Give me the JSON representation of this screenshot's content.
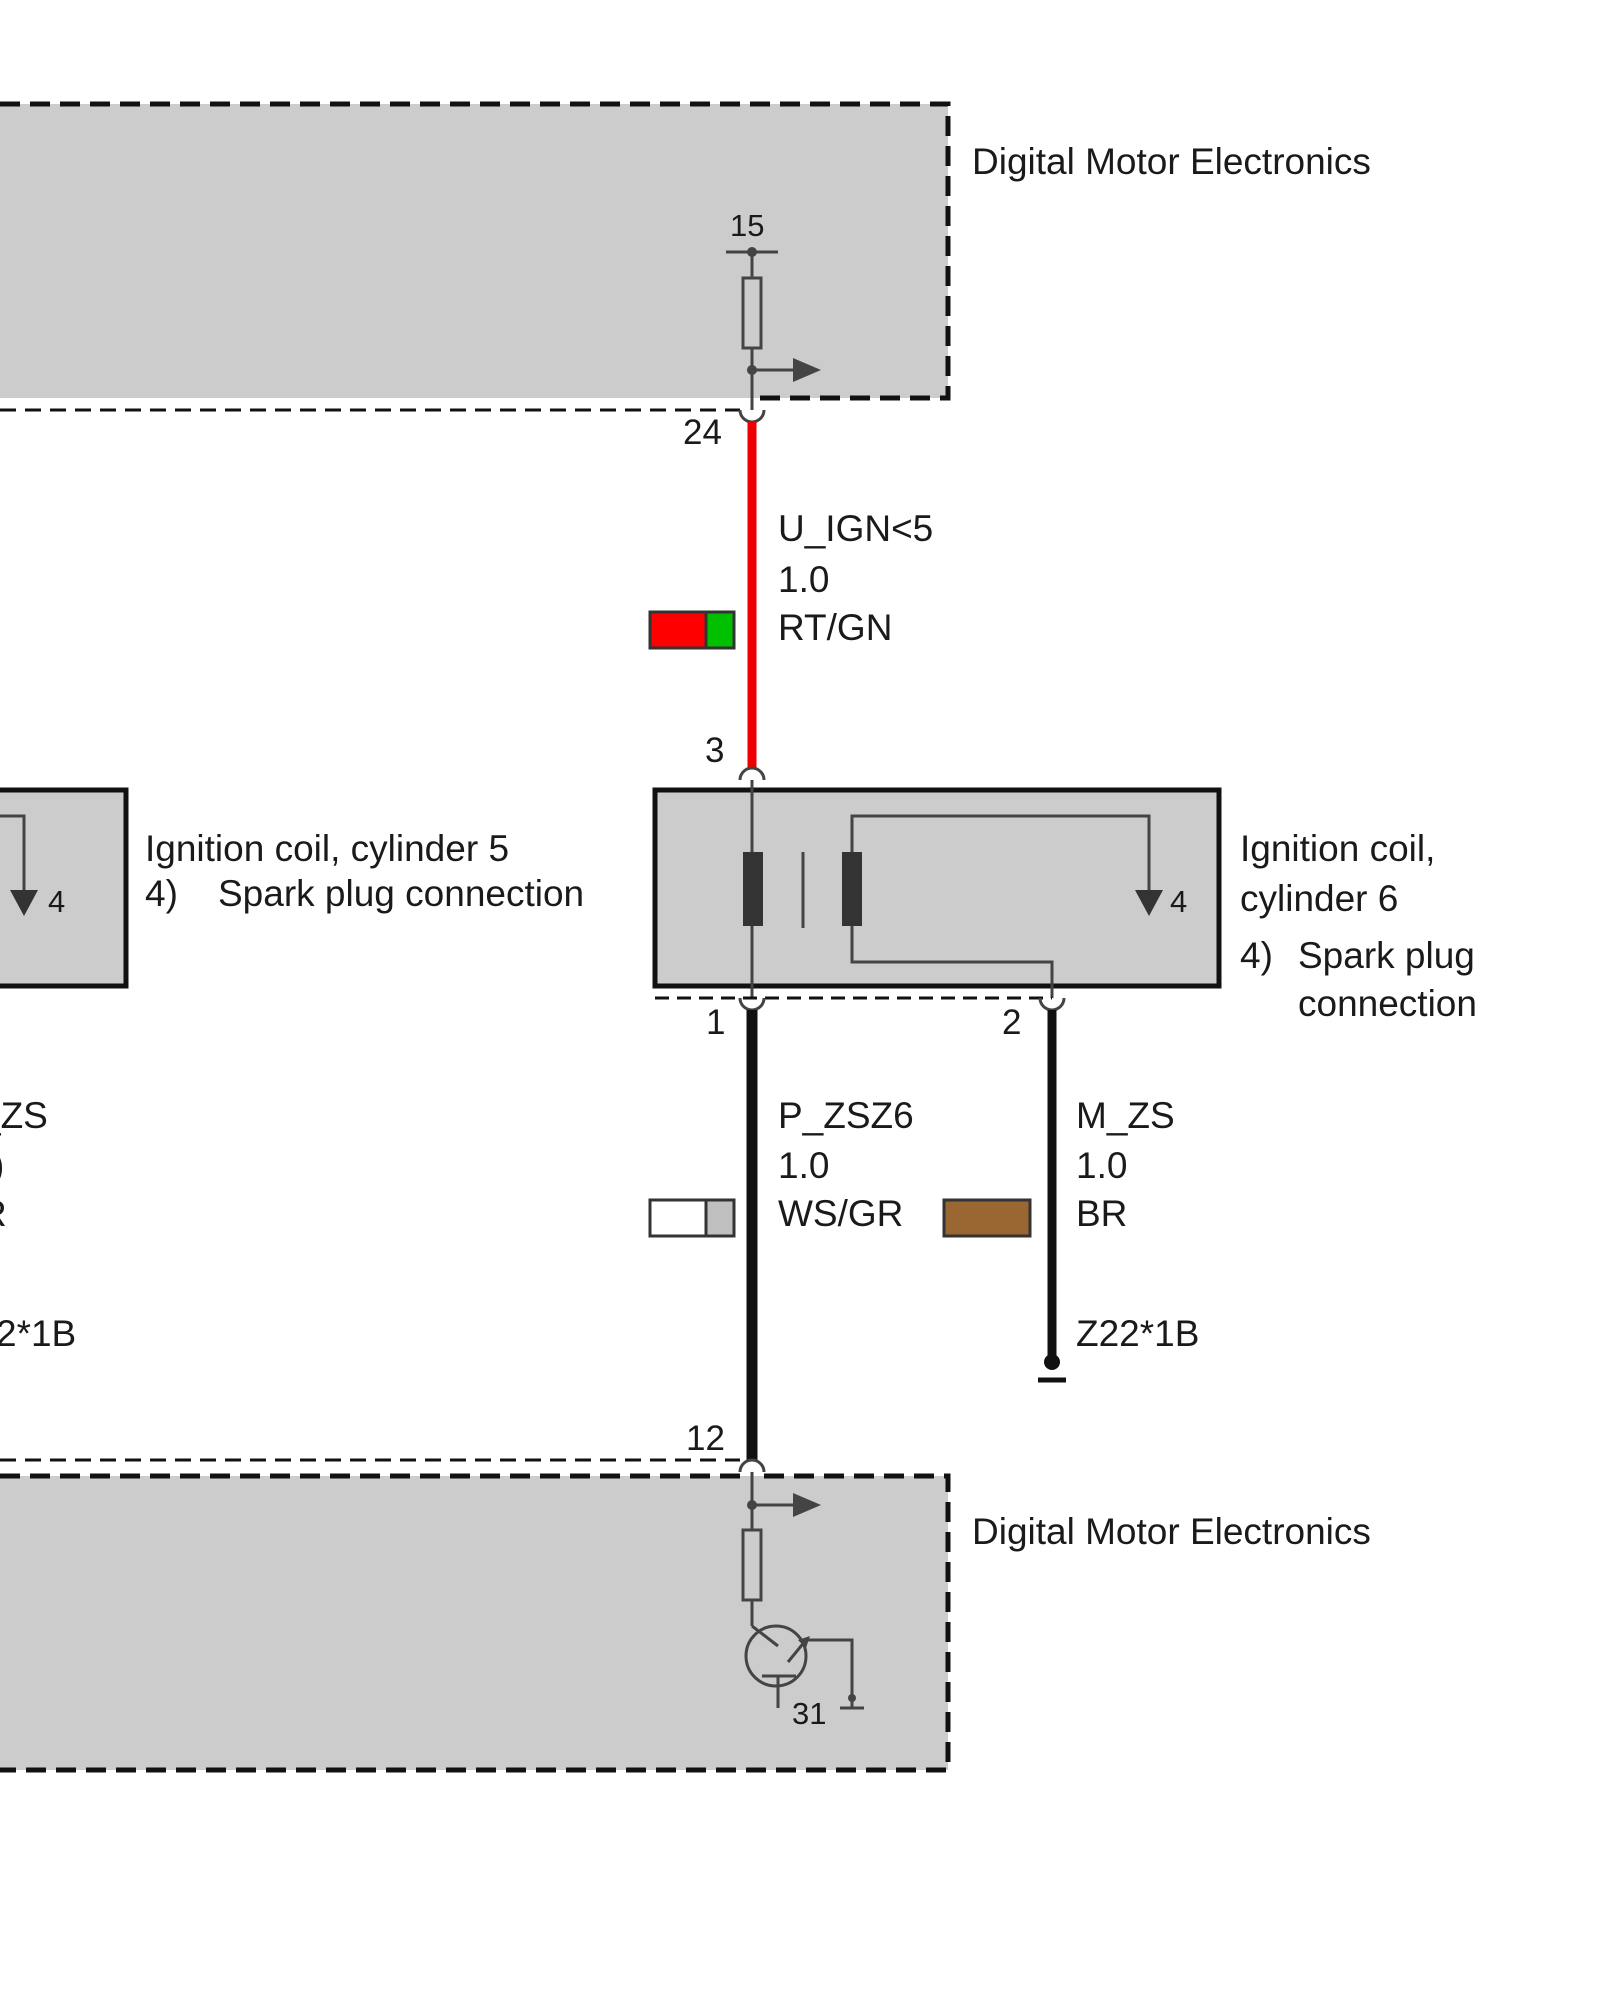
{
  "top_module": {
    "label": "Digital Motor Electronics",
    "terminal": "15",
    "pin": "24"
  },
  "bottom_module": {
    "label": "Digital Motor Electronics",
    "pin": "12",
    "ground_terminal": "31"
  },
  "coil_cyl6": {
    "label_line1": "Ignition coil,",
    "label_line2": "cylinder 6",
    "note_num": "4)",
    "note_line1": "Spark plug",
    "note_line2": "connection",
    "output_pin": "4",
    "pin_top": "3",
    "pin_left": "1",
    "pin_right": "2"
  },
  "coil_cyl5": {
    "label": "Ignition coil, cylinder 5",
    "note_num": "4)",
    "note_text": "Spark plug connection",
    "output_pin": "4"
  },
  "wires": {
    "top": {
      "signal": "U_IGN<5",
      "gauge": "1.0",
      "color_code": "RT/GN",
      "colors": [
        "#ff0000",
        "#00c000"
      ]
    },
    "left": {
      "signal": "P_ZSZ6",
      "gauge": "1.0",
      "color_code": "WS/GR",
      "colors": [
        "#ffffff",
        "#c0c0c0"
      ]
    },
    "right": {
      "signal": "M_ZS",
      "gauge": "1.0",
      "color_code": "BR",
      "colors": [
        "#9a6632"
      ],
      "ground": "Z22*1B"
    }
  },
  "cyl5_wire_partial": {
    "signal": "_ZS",
    "gauge": ")",
    "color_code": "R",
    "ground": "2*1B"
  },
  "colors": {
    "module_fill": "#cccccc",
    "wire_red": "#ee0000",
    "wire_black": "#111111"
  }
}
